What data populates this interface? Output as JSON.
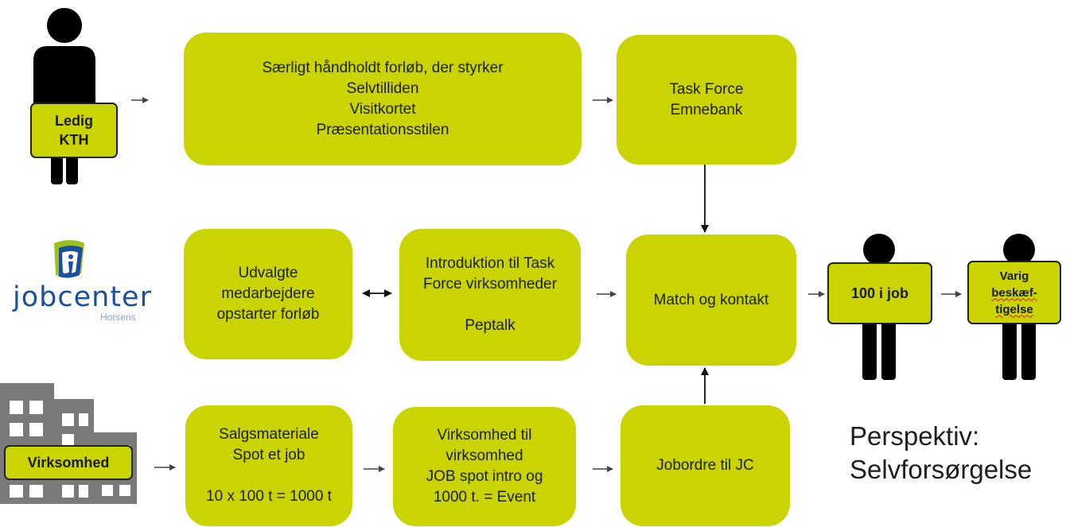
{
  "diagram": {
    "colors": {
      "box_fill": "#c9d400",
      "arrow": "#444444",
      "person": "#000000",
      "building": "#7a7a7a",
      "jobcenter_blue": "#1c4f9c",
      "jobcenter_green": "#9cc11d"
    },
    "actors": {
      "ledig_kth": {
        "label_line1": "Ledig",
        "label_line2": "KTH",
        "icon": "person-icon"
      },
      "jobcenter": {
        "logo_text": "jobcenter",
        "logo_subtext": "Horsens",
        "icon": "jobcenter-logo-icon"
      },
      "virksomhed": {
        "label": "Virksomhed",
        "icon": "building-icon"
      }
    },
    "boxes": {
      "forloeb": {
        "lines": [
          "Særligt håndholdt forløb, der styrker",
          "Selvtilliden",
          "Visitkortet",
          "Præsentationsstilen"
        ]
      },
      "task_force": {
        "lines": [
          "Task Force",
          "Emnebank"
        ]
      },
      "udvalgte": {
        "lines": [
          "Udvalgte",
          "medarbejdere",
          "opstarter forløb"
        ]
      },
      "introduktion": {
        "lines": [
          "Introduktion til Task",
          "Force virksomheder",
          "",
          "Peptalk"
        ]
      },
      "match": {
        "lines": [
          "Match og kontakt"
        ]
      },
      "salgsmateriale": {
        "lines": [
          "Salgsmateriale",
          "Spot et job",
          "",
          "10 x 100 t = 1000 t"
        ]
      },
      "virksomhed_til": {
        "lines": [
          "Virksomhed til",
          "virksomhed",
          "JOB spot intro og",
          "1000 t. = Event"
        ]
      },
      "jobordre": {
        "lines": [
          "Jobordre til JC"
        ]
      }
    },
    "outcomes": {
      "i_job": {
        "label": "100 i job",
        "icon": "person-icon"
      },
      "varig": {
        "line1": "Varig",
        "line2": "beskæf-",
        "line3": "tigelse",
        "icon": "person-icon"
      }
    },
    "perspective": {
      "line1": "Perspektiv:",
      "line2": "Selvforsørgelse"
    }
  }
}
